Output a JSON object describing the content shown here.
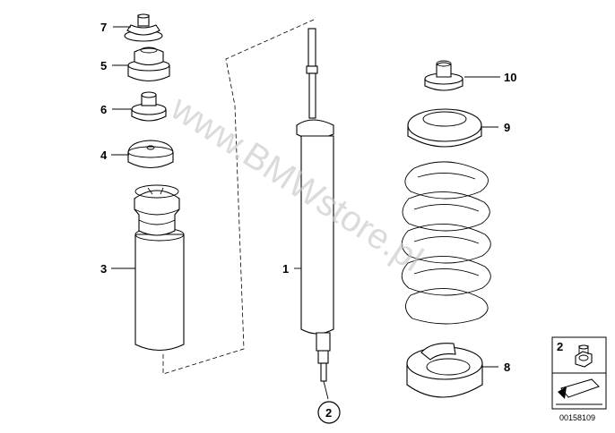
{
  "diagram": {
    "watermark": "www.BMWstore.pl",
    "image_code": "00158109",
    "callouts": [
      {
        "id": "7"
      },
      {
        "id": "5"
      },
      {
        "id": "6"
      },
      {
        "id": "4"
      },
      {
        "id": "3"
      },
      {
        "id": "1"
      },
      {
        "id": "10"
      },
      {
        "id": "9"
      },
      {
        "id": "8"
      }
    ],
    "circled_callout": "2",
    "legend": {
      "number": "2",
      "icons": [
        "hex-nut-icon",
        "arrow-icon"
      ]
    }
  }
}
